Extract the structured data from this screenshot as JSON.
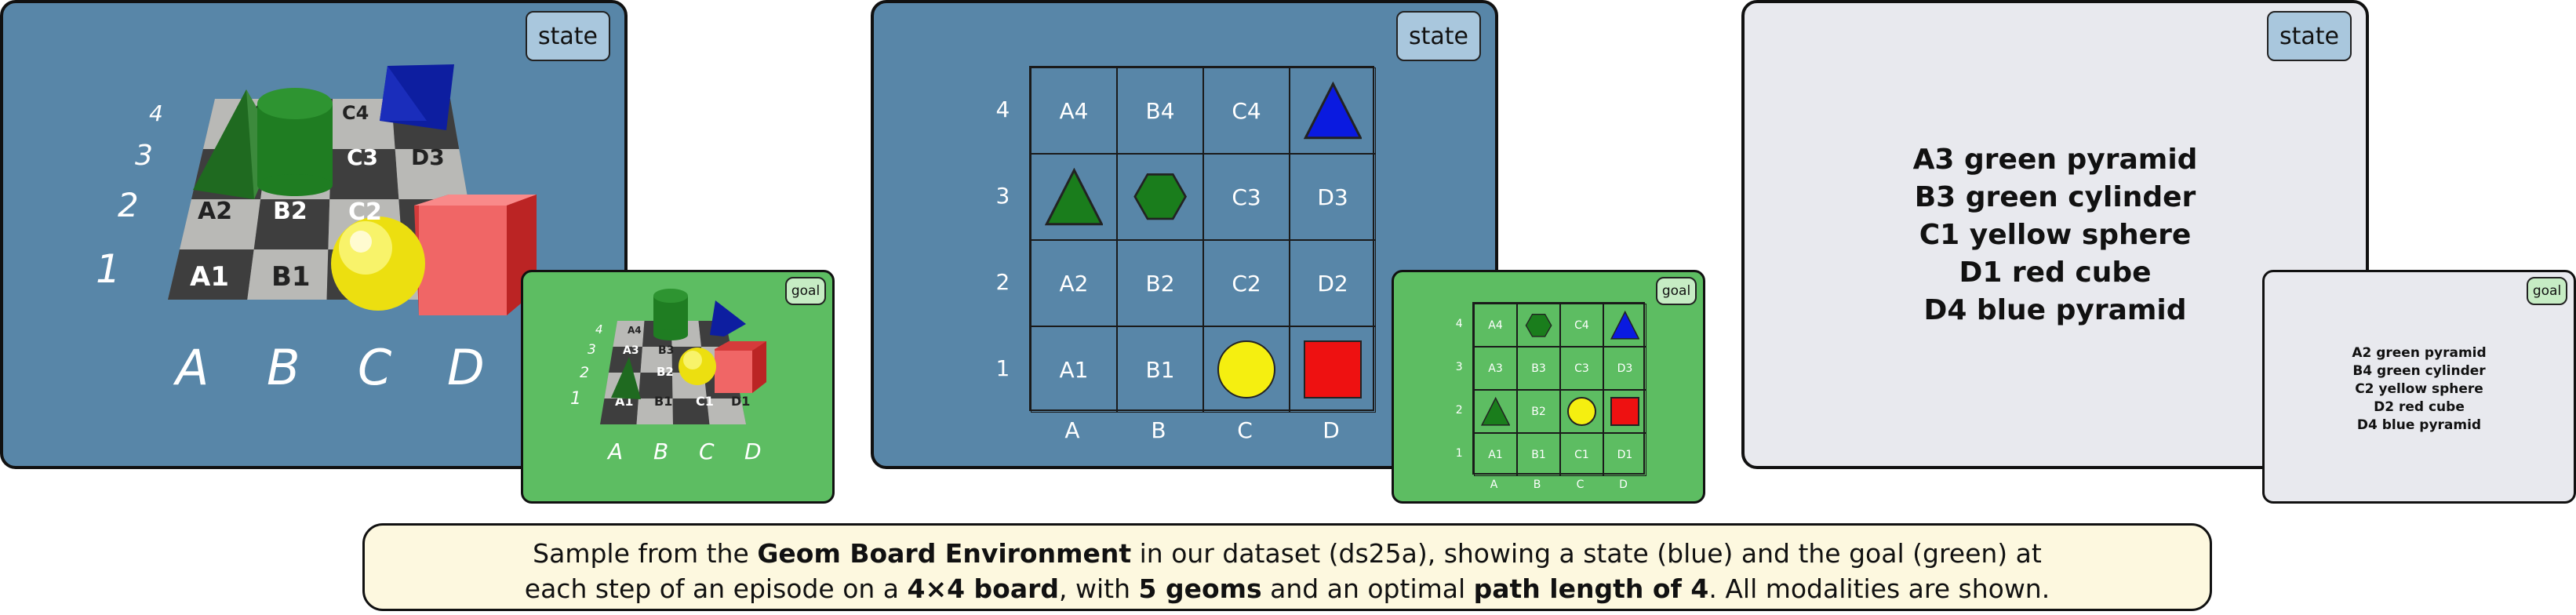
{
  "labels": {
    "state": "state",
    "goal": "goal"
  },
  "cols": [
    "A",
    "B",
    "C",
    "D"
  ],
  "rows": [
    "4",
    "3",
    "2",
    "1"
  ],
  "colors": {
    "state_panel": "#5886a8",
    "goal_panel": "#5dbd62",
    "text_panel": "#e8e9ee",
    "green": "#1a7d1c",
    "blue": "#0a1ae0",
    "yellow": "#f5ef10",
    "red": "#ee1111"
  },
  "state": {
    "items": [
      "A3 green pyramid",
      "B3 green cylinder",
      "C1 yellow sphere",
      "D1 red cube",
      "D4 blue pyramid"
    ],
    "geoms": [
      {
        "cell": "A3",
        "shape": "triangle",
        "color": "green"
      },
      {
        "cell": "B3",
        "shape": "hexagon",
        "color": "green"
      },
      {
        "cell": "C1",
        "shape": "circle",
        "color": "yellow"
      },
      {
        "cell": "D1",
        "shape": "square",
        "color": "red"
      },
      {
        "cell": "D4",
        "shape": "triangle",
        "color": "blue"
      }
    ]
  },
  "goal": {
    "items": [
      "A2 green pyramid",
      "B4 green cylinder",
      "C2 yellow sphere",
      "D2 red cube",
      "D4 blue pyramid"
    ],
    "geoms": [
      {
        "cell": "A2",
        "shape": "triangle",
        "color": "green"
      },
      {
        "cell": "B4",
        "shape": "hexagon",
        "color": "green"
      },
      {
        "cell": "C2",
        "shape": "circle",
        "color": "yellow"
      },
      {
        "cell": "D2",
        "shape": "square",
        "color": "red"
      },
      {
        "cell": "D4",
        "shape": "triangle",
        "color": "blue"
      }
    ]
  },
  "caption": {
    "l1_a": "Sample from the ",
    "l1_b": "Geom Board Environment",
    "l1_c": " in our dataset (ds25a), showing a state (blue) and the goal (green) at",
    "l2_a": "each step of an episode on a ",
    "l2_b": "4×4 board",
    "l2_c": ", with ",
    "l2_d": "5 geoms",
    "l2_e": " and an optimal ",
    "l2_f": "path length of 4",
    "l2_g": ". All modalities are shown."
  }
}
